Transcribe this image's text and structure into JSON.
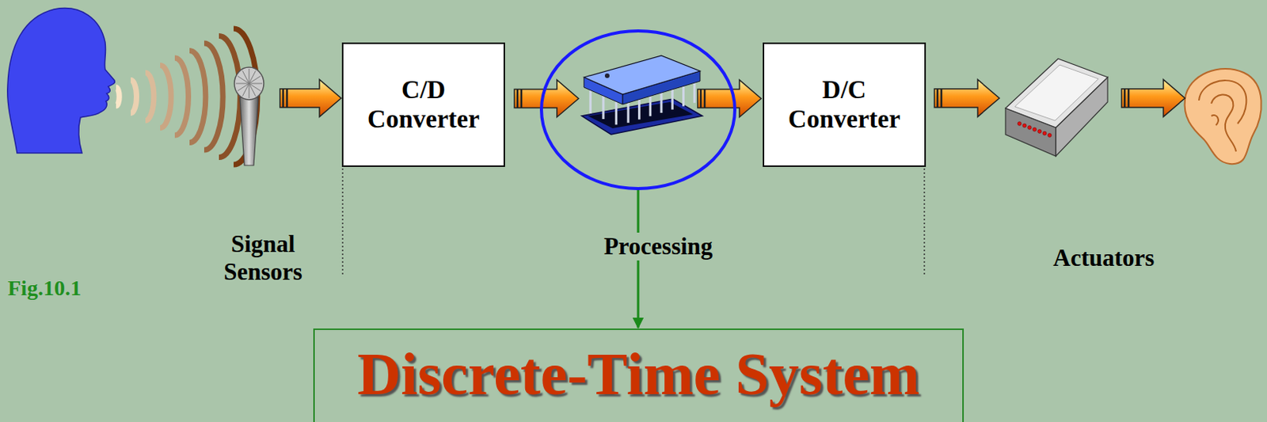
{
  "diagram": {
    "nodes": [
      {
        "text": [
          "C/D Converter"
        ]
      },
      {
        "text": [
          "Processing"
        ]
      },
      {
        "text": [
          "D/C Converter"
        ]
      },
      {
        "text": [
          "Discrete-Time System"
        ]
      }
    ],
    "edges": [
      {
        "from": 0,
        "to": 1,
        "arrow": "to"
      },
      {
        "from": 1,
        "to": 2,
        "arrow": "to"
      },
      {
        "from": 1,
        "to": 3,
        "arrow": "to"
      }
    ],
    "labels": [
      "Signal Sensors",
      "Actuators",
      "Fig.10.1"
    ]
  }
}
